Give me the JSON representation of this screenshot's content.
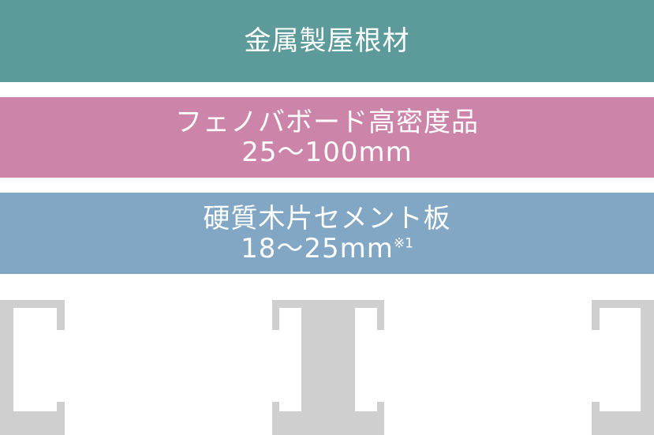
{
  "layers": [
    {
      "label": "金属製屋根材",
      "sub": "",
      "note": "",
      "color": "#5c9b9a"
    },
    {
      "label": "フェノバボード高密度品",
      "sub": "25～100mm",
      "note": "",
      "color": "#cc84a8"
    },
    {
      "label": "硬質木片セメント板",
      "sub": "18～25mm",
      "note": "※1",
      "color": "#82a7c4"
    }
  ],
  "frame": {
    "color": "#cfcfcf"
  }
}
